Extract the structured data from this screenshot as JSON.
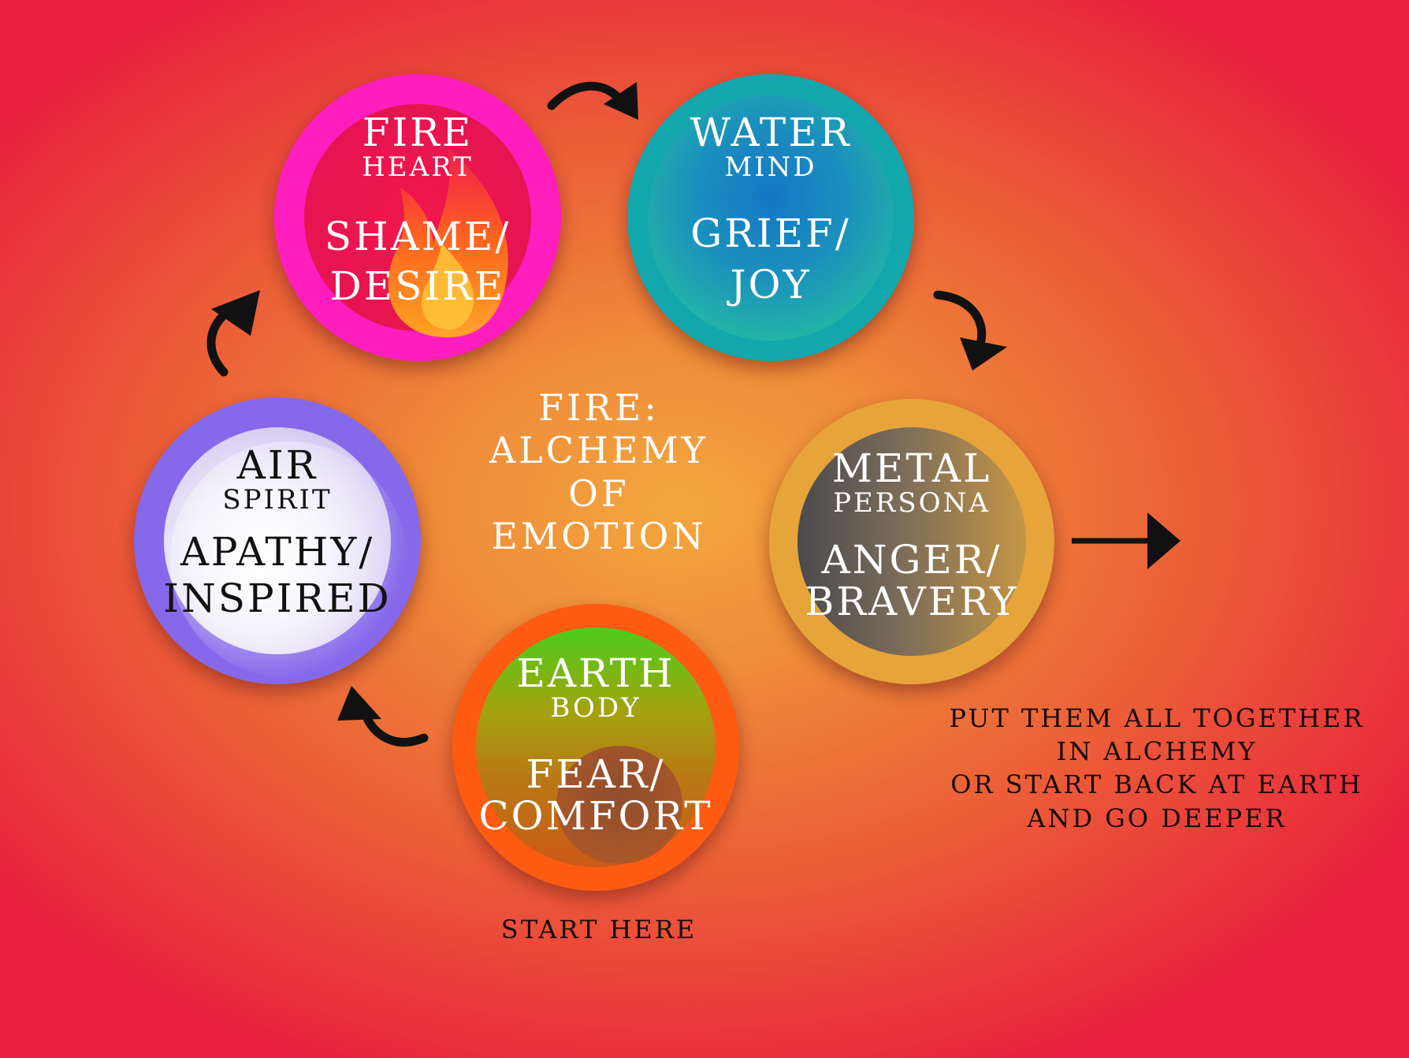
{
  "center": {
    "line1": "FIRE:",
    "line2": "ALCHEMY",
    "line3": "OF EMOTION"
  },
  "nodes": {
    "fire": {
      "element": "FIRE",
      "aspect": "HEART",
      "emotion_line1": "SHAME/",
      "emotion_line2": "DESIRE",
      "icon": "flame-icon",
      "color": "#ff1dbd"
    },
    "water": {
      "element": "WATER",
      "aspect": "MIND",
      "emotion_line1": "GRIEF/",
      "emotion_line2": "JOY",
      "color": "#12a7ad"
    },
    "metal": {
      "element": "METAL",
      "aspect": "PERSONA",
      "emotion_line1": "ANGER/",
      "emotion_line2": "BRAVERY",
      "color": "#e7a43a"
    },
    "earth": {
      "element": "EARTH",
      "aspect": "BODY",
      "emotion_line1": "FEAR/",
      "emotion_line2": "COMFORT",
      "color": "#ff5b12"
    },
    "air": {
      "element": "AIR",
      "aspect": "SPIRIT",
      "emotion_line1": "APATHY/",
      "emotion_line2": "INSPIRED",
      "color": "#8569ea"
    }
  },
  "notes": {
    "together_line1": "PUT THEM ALL TOGETHER",
    "together_line2": "IN ALCHEMY",
    "together_line3": "OR START BACK AT EARTH",
    "together_line4": "AND GO DEEPER",
    "start_here": "START HERE"
  },
  "arrows": [
    "curved-arrow-icon",
    "curved-arrow-icon",
    "curved-arrow-icon",
    "curved-arrow-icon",
    "right-arrow-icon"
  ]
}
